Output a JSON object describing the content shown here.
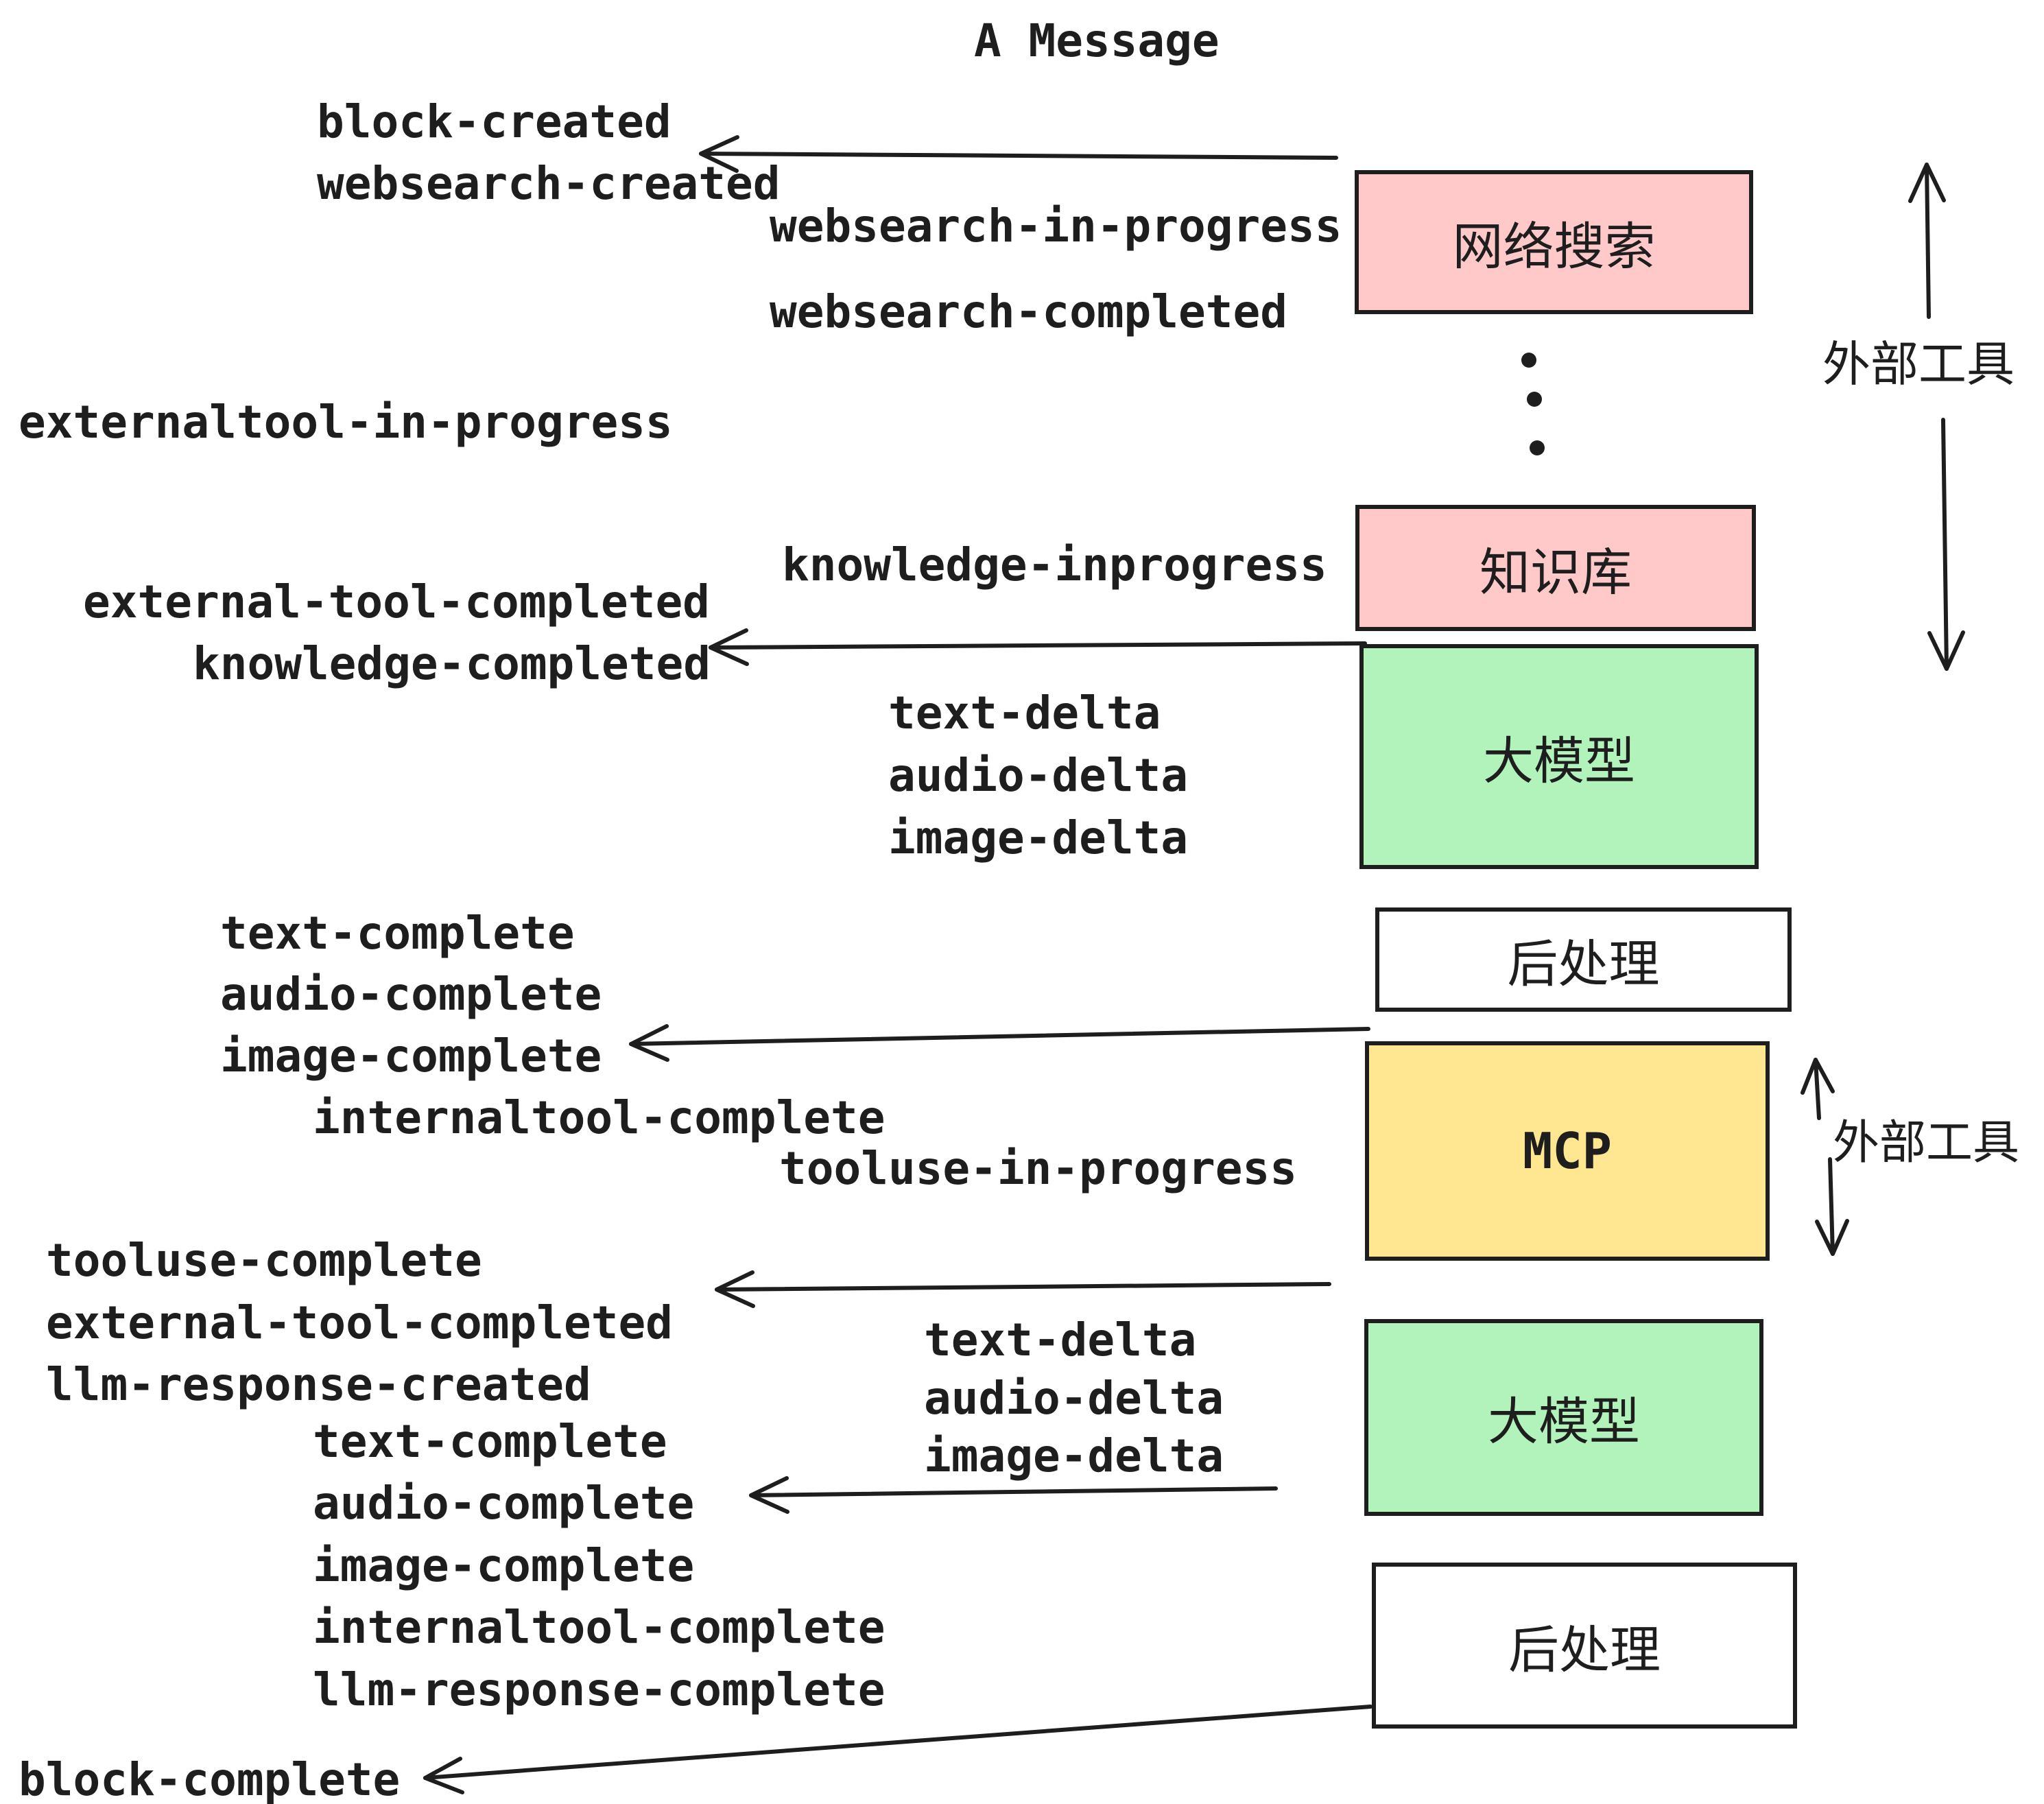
{
  "title": "A Message",
  "colors": {
    "stroke": "#1e1e1e",
    "external_tool_box": "#ffc9c9",
    "llm_box": "#b2f2bb",
    "mcp_box": "#ffe792",
    "postprocess_box": "#ffffff"
  },
  "boxes": [
    {
      "id": "websearch",
      "label": "网络搜索",
      "color": "#ffc9c9"
    },
    {
      "id": "knowledge",
      "label": "知识库",
      "color": "#ffc9c9"
    },
    {
      "id": "llm-1",
      "label": "大模型",
      "color": "#b2f2bb"
    },
    {
      "id": "post-1",
      "label": "后处理",
      "color": "#ffffff"
    },
    {
      "id": "mcp",
      "label": "MCP",
      "color": "#ffe792"
    },
    {
      "id": "llm-2",
      "label": "大模型",
      "color": "#b2f2bb"
    },
    {
      "id": "post-2",
      "label": "后处理",
      "color": "#ffffff"
    }
  ],
  "side_labels": {
    "external_tools_top": "外部工具",
    "external_tools_mid": "外部工具"
  },
  "events": [
    "block-created",
    "websearch-created",
    "websearch-in-progress",
    "websearch-completed",
    "externaltool-in-progress",
    "knowledge-inprogress",
    "external-tool-completed",
    "knowledge-completed",
    "text-delta",
    "audio-delta",
    "image-delta",
    "text-complete",
    "audio-complete",
    "image-complete",
    "internaltool-complete",
    "tooluse-in-progress",
    "tooluse-complete",
    "external-tool-completed",
    "llm-response-created",
    "text-complete",
    "audio-complete",
    "image-complete",
    "internaltool-complete",
    "llm-response-complete",
    "block-complete",
    "text-delta",
    "audio-delta",
    "image-delta"
  ]
}
